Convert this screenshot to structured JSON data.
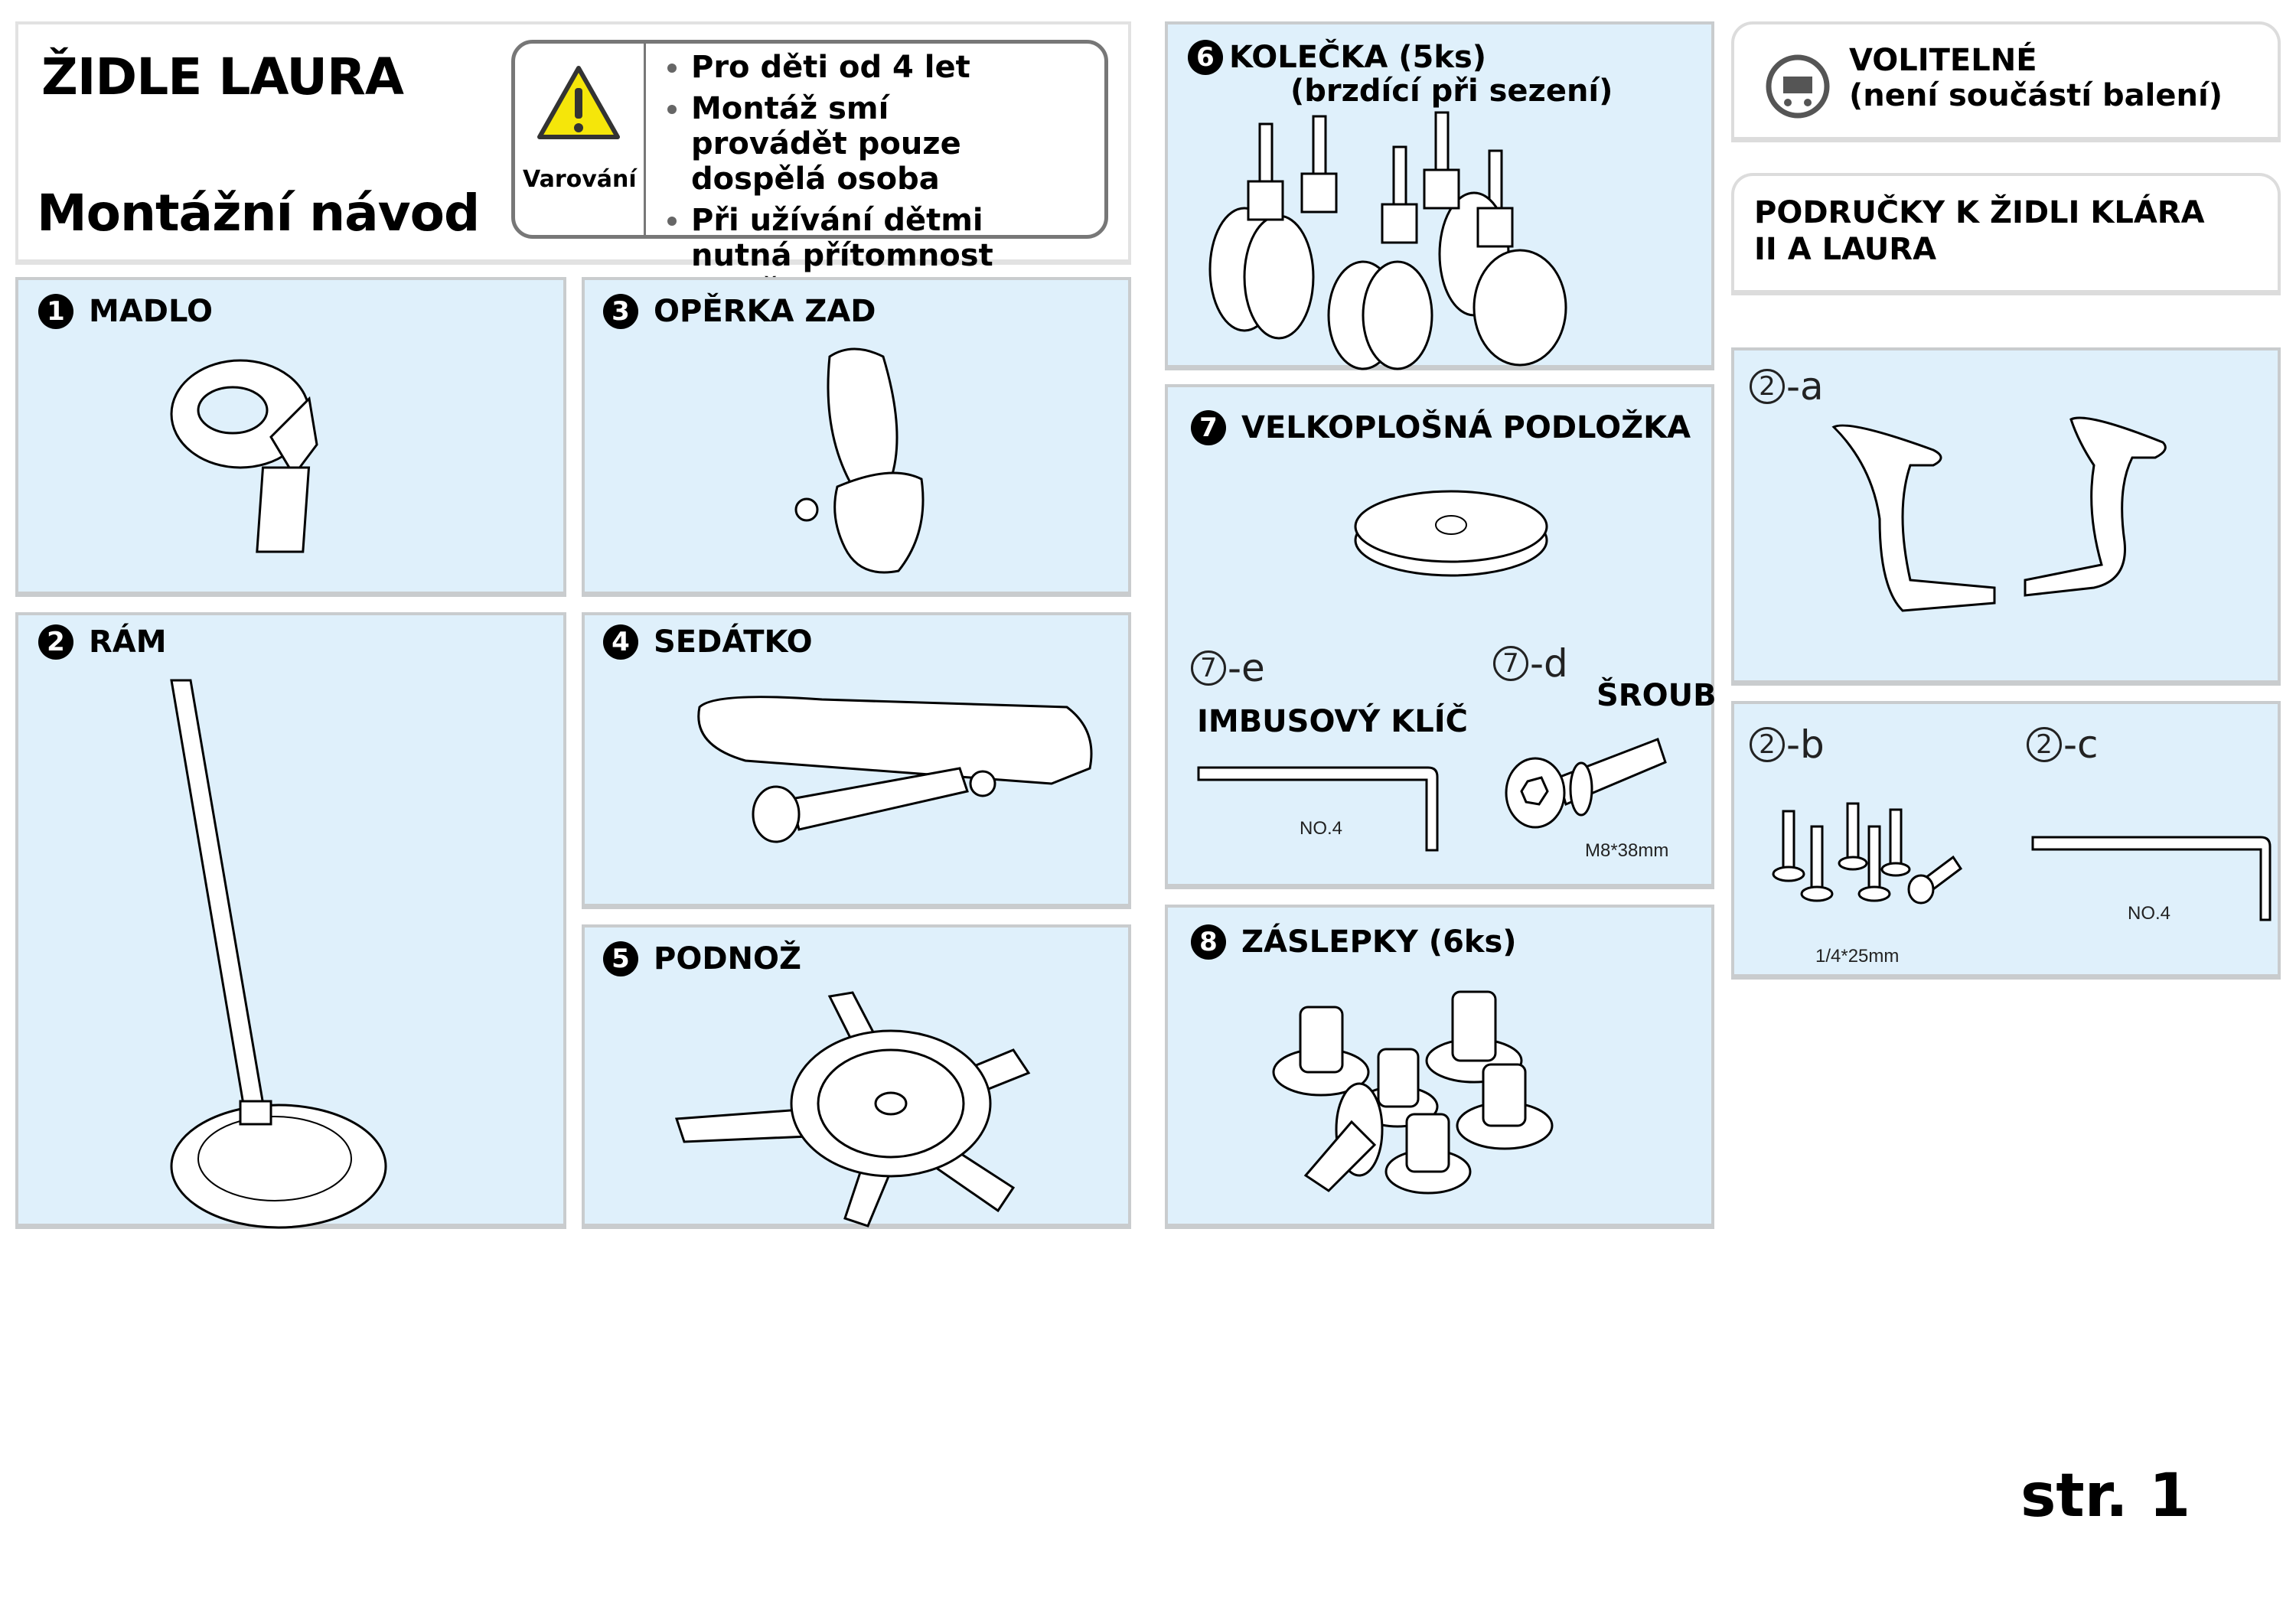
{
  "header": {
    "product_title": "ŽIDLE LAURA",
    "subtitle": "Montážní návod",
    "warning": {
      "icon": "warning-triangle-icon",
      "label": "Varování",
      "items": [
        "Pro děti od 4 let",
        "Montáž smí provádět pouze dospělá osoba",
        "Při užívání dětmi nutná přítomnost rodiče"
      ],
      "accent_color": "#f5e60a"
    }
  },
  "parts": [
    {
      "number": "1",
      "name": "MADLO"
    },
    {
      "number": "2",
      "name": "RÁM"
    },
    {
      "number": "3",
      "name": "OPĚRKA ZAD"
    },
    {
      "number": "4",
      "name": "SEDÁTKO"
    },
    {
      "number": "5",
      "name": "PODNOŽ"
    },
    {
      "number": "6",
      "name": "KOLEČKA (5ks)",
      "note": "(brzdící při sezení)"
    },
    {
      "number": "7",
      "name": "VELKOPLOŠNÁ PODLOŽKA",
      "sub": [
        {
          "id": "7",
          "suffix": "-e",
          "name": "IMBUSOVÝ KLÍČ",
          "spec": "NO.4"
        },
        {
          "id": "7",
          "suffix": "-d",
          "name": "ŠROUB",
          "spec": "M8*38mm"
        }
      ]
    },
    {
      "number": "8",
      "name": "ZÁSLEPKY (6ks)"
    }
  ],
  "optional": {
    "icon": "shopping-cart-icon",
    "heading": "VOLITELNÉ",
    "note": "(není součástí balení)",
    "title": "PODRUČKY K ŽIDLI KLÁRA II A LAURA",
    "items": [
      {
        "id": "2",
        "suffix": "-a"
      },
      {
        "id": "2",
        "suffix": "-b",
        "spec": "1/4*25mm"
      },
      {
        "id": "2",
        "suffix": "-c",
        "spec": "NO.4"
      }
    ]
  },
  "footer": {
    "page": "str. 1"
  },
  "colors": {
    "panel_bg": "#dff0fb",
    "panel_border": "#c9ccce"
  }
}
